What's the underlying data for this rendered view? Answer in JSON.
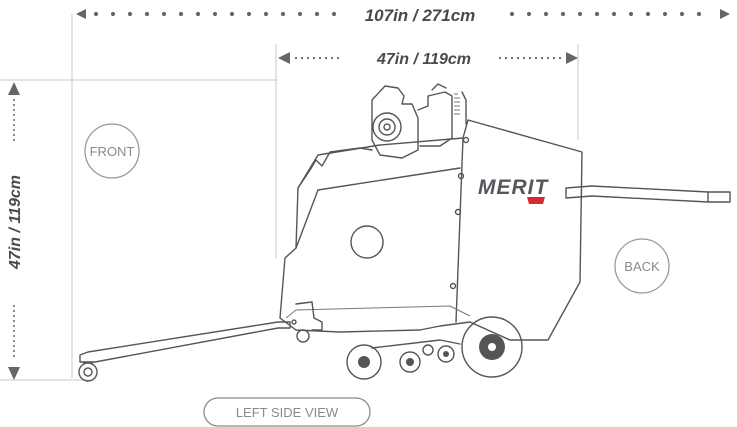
{
  "dimensions": {
    "overall_length": "107in / 271cm",
    "body_length": "47in / 119cm",
    "height": "47in / 119cm"
  },
  "labels": {
    "front": "FRONT",
    "back": "BACK",
    "view": "LEFT SIDE VIEW"
  },
  "brand": {
    "name": "MERIT",
    "accent_color": "#d9272e"
  },
  "colors": {
    "line": "#555555",
    "guide": "#c8c8c8",
    "text": "#4a4a4a"
  }
}
